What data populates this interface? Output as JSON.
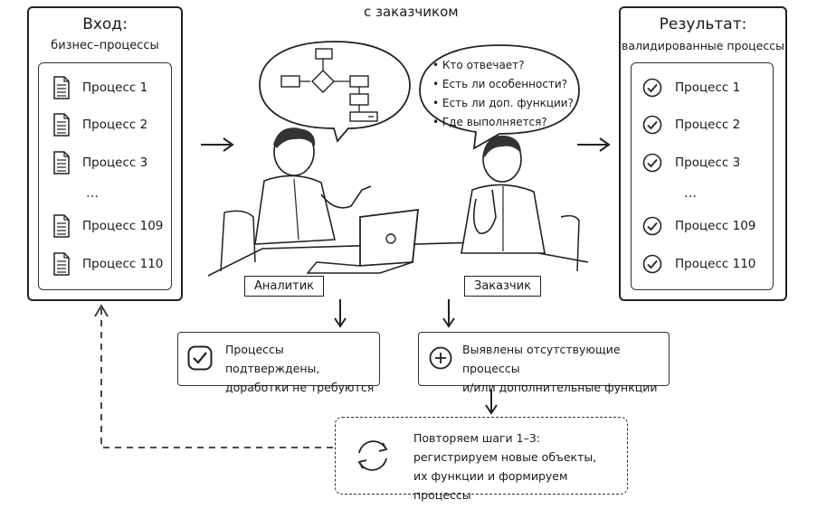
{
  "top_title": "с заказчиком",
  "input": {
    "title": "Вход:",
    "subtitle": "бизнес–процессы",
    "items": [
      "Процесс 1",
      "Процесс 2",
      "Процесс 3",
      "…",
      "Процесс 109",
      "Процесс 110"
    ],
    "icon": "document-icon"
  },
  "result": {
    "title": "Результат:",
    "subtitle": "валидированные процессы",
    "items": [
      "Процесс 1",
      "Процесс 2",
      "Процесс 3",
      "…",
      "Процесс 109",
      "Процесс 110"
    ],
    "icon": "check-circle-icon"
  },
  "questions": [
    "Кто отвечает?",
    "Есть ли особенности?",
    "Есть ли доп. функции?",
    "Где выполняется?"
  ],
  "labels": {
    "analyst": "Аналитик",
    "customer": "Заказчик"
  },
  "outcomes": {
    "confirmed": [
      "Процессы подтверждены,",
      "доработки не требуются"
    ],
    "found": [
      "Выявлены отсутствующие процессы",
      "и/или дополнительные функции"
    ]
  },
  "repeat": [
    "Повторяем шаги 1–3:",
    "регистрируем новые объекты,",
    "их функции и формируем процессы"
  ],
  "icons": {
    "confirmed": "check-square-icon",
    "found": "plus-circle-icon",
    "repeat": "refresh-cycle-icon"
  }
}
